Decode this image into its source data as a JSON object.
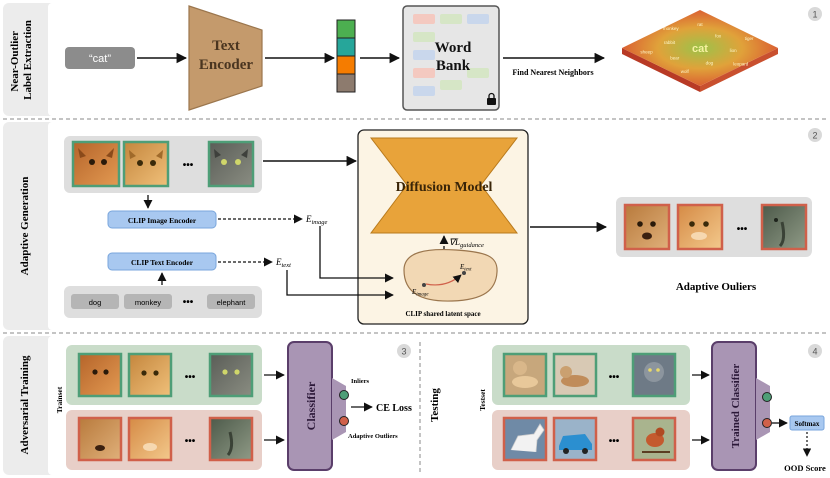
{
  "sections": {
    "s1": {
      "title": "Near-Outlier\nLabel Extraction",
      "number": "1"
    },
    "s2": {
      "title": "Adaptive Generation",
      "number": "2"
    },
    "s3": {
      "title": "Adversarial Training",
      "number": "3"
    },
    "s4": {
      "title": "Testing",
      "number": "4"
    }
  },
  "s1": {
    "input_label": "“cat”",
    "encoder_label": "Text\nEncoder",
    "embedding_colors": [
      "#4caf50",
      "#26a69a",
      "#f57c00",
      "#8d7b6e"
    ],
    "word_bank_label": "Word\nBank",
    "arrow_label": "Find Nearest Neighbors",
    "map_center": "cat",
    "map_words": [
      "rat",
      "fox",
      "tiger",
      "lion",
      "leopard",
      "dog",
      "wolf",
      "bear",
      "sheep",
      "rabbit",
      "monkey"
    ]
  },
  "s2": {
    "image_encoder": "CLIP Image Encoder",
    "text_encoder": "CLIP Text Encoder",
    "e_image": "E",
    "e_image_sub": "image",
    "e_text": "E",
    "e_text_sub": "text",
    "labels": [
      "dog",
      "monkey",
      "elephant"
    ],
    "ellipsis": "•••",
    "diffusion": "Diffusion Model",
    "guidance": "∇L",
    "guidance_sub": "guidance",
    "latent_label": "CLIP shared latent space",
    "outliers_title": "Adaptive Ouliers"
  },
  "s3": {
    "set_label": "Trainset",
    "classifier": "Classifier",
    "inliers": "Inliers",
    "outliers": "Adaptive Outliers",
    "loss": "CE Loss"
  },
  "s4": {
    "set_label": "Testset",
    "classifier": "Trained Classifier",
    "softmax": "Softmax",
    "score": "OOD Score"
  },
  "colors": {
    "encoder": "#c49a6c",
    "diffusion": "#e8a33a",
    "clip_box": "#a8c8f0",
    "classifier": "#a995b4",
    "inlier_bg": "#c9dcc9",
    "outlier_bg": "#e8cfc8",
    "green_frame": "#4e9e77",
    "red_frame": "#d0604a"
  }
}
